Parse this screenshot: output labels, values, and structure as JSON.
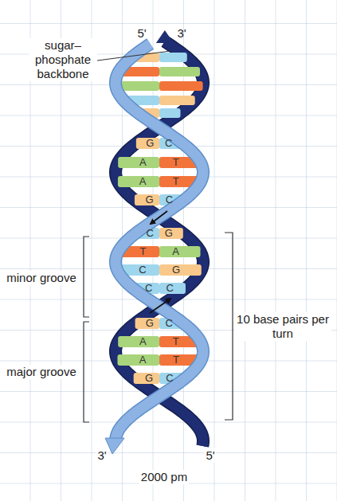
{
  "diagram": {
    "labels": [
      "5'",
      "3'",
      "sugar– phosphate backbone",
      "G",
      "C",
      "A",
      "T",
      "A",
      "T",
      "G",
      "C",
      "C",
      "G",
      "T",
      "A",
      "C",
      "G",
      "C",
      "C",
      "G",
      "C",
      "A",
      "T",
      "A",
      "T",
      "G",
      "C",
      "minor groove",
      "10 base pairs per turn",
      "major groove",
      "3'",
      "5'",
      "2000 pm"
    ]
  }
}
